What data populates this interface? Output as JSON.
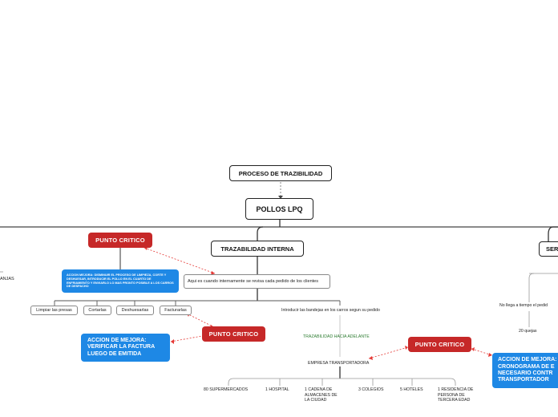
{
  "root": {
    "title": "PROCESO DE TRAZIBILIDAD",
    "company": "POLLOS LPQ"
  },
  "left_edge": {
    "label": "ANJAS"
  },
  "interna": {
    "title": "TRAZABILIDAD INTERNA",
    "description": "Aqui es cuando internamente se revisa cada pedido de los clientes",
    "critical_top": "PUNTO CRITICO",
    "action_top": "ACCION MEJORA: DISMINUIR EL PROCESO DE LIMPIEZA, CORTE Y DESHUESAR, INTRODUCIR EL POLLO EN EL CUARTO DE ENFRIAMIENTO Y ENVIARLO LO MAS PRONTO POSIBLE A LOS CARROS DE DESPACHO",
    "steps": [
      "Limpiar las presas",
      "Cortarlas",
      "Deshuesarlas",
      "Facturarlas"
    ],
    "bandejas": "Introducir las bandejas en los carros segun su pedido",
    "critical_factura": "PUNTO CRITICO",
    "action_factura": "ACCION DE MEJORA: VERIFICAR LA FACTURA LUEGO DE EMITIDA"
  },
  "adelante": {
    "title": "TRAZABILIDAD HACIA ADELANTE",
    "empresa": "EMPRESA TRANSPORTADORA",
    "critical": "PUNTO CRITICO",
    "clients": [
      "80 SUPERMERCADOS",
      "1 HOSPITAL",
      "1 CADENA DE ALMACENES DE LA CIUDAD",
      "3 COLEGIOS",
      "5 HOTELES",
      "1 RESIDENCIA DE PERSONA DE TERCERA EDAD"
    ]
  },
  "servicio": {
    "title": "SER",
    "no_llega": "No llega a tiempo el pedid",
    "quejas": "20 quejas",
    "action": "ACCION DE MEJORA: CRONOGRAMA DE E NECESARIO CONTR TRANSPORTADOR"
  },
  "colors": {
    "critical": "#c62828",
    "action": "#1e88e5",
    "link": "#e53935"
  }
}
